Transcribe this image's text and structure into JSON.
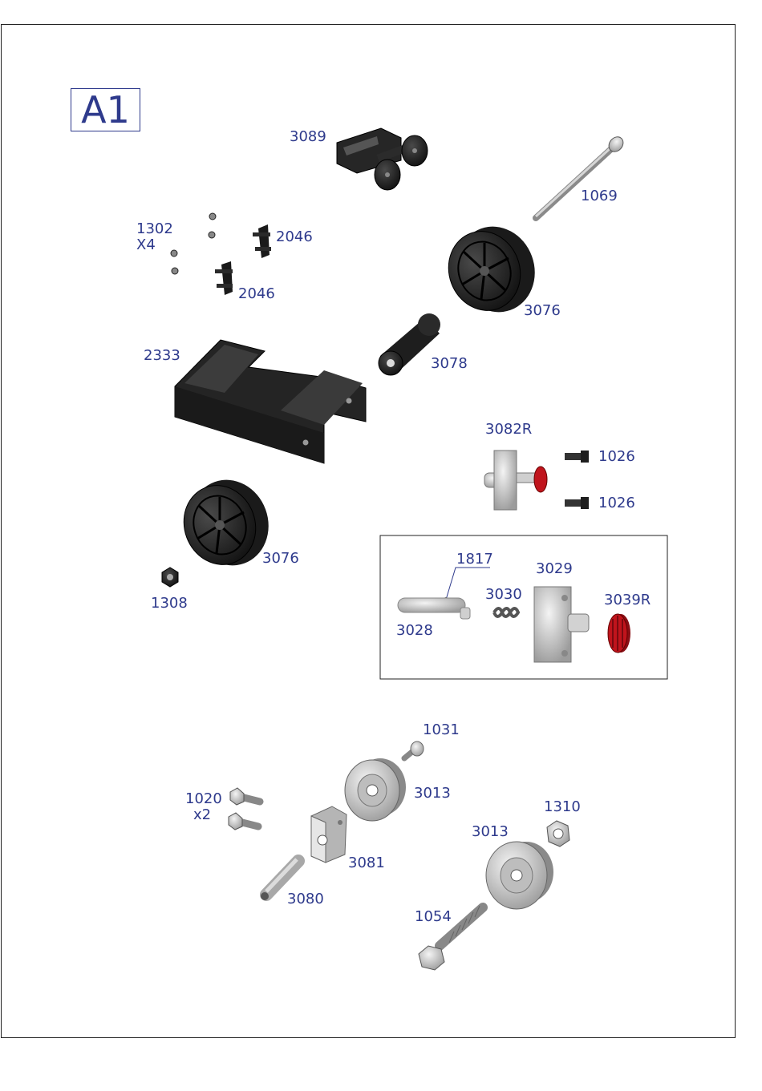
{
  "sheet": {
    "id": "A1"
  },
  "parts": [
    {
      "number": "3089"
    },
    {
      "number": "1069"
    },
    {
      "number": "1302",
      "qty": "X4"
    },
    {
      "number": "2046"
    },
    {
      "number": "2046"
    },
    {
      "number": "3076"
    },
    {
      "number": "2333"
    },
    {
      "number": "3078"
    },
    {
      "number": "3082R"
    },
    {
      "number": "1026"
    },
    {
      "number": "1026"
    },
    {
      "number": "3076"
    },
    {
      "number": "1308"
    },
    {
      "number": "1817"
    },
    {
      "number": "3029"
    },
    {
      "number": "3030"
    },
    {
      "number": "3039R"
    },
    {
      "number": "3028"
    },
    {
      "number": "1031"
    },
    {
      "number": "3013"
    },
    {
      "number": "1020",
      "qty": "x2"
    },
    {
      "number": "1310"
    },
    {
      "number": "3081"
    },
    {
      "number": "3013"
    },
    {
      "number": "3080"
    },
    {
      "number": "1054"
    }
  ],
  "colors": {
    "label": "#2e3a8c",
    "part_dark": "#1c1c1c",
    "part_light": "#d8d8d8",
    "accent_red": "#c0141c"
  }
}
